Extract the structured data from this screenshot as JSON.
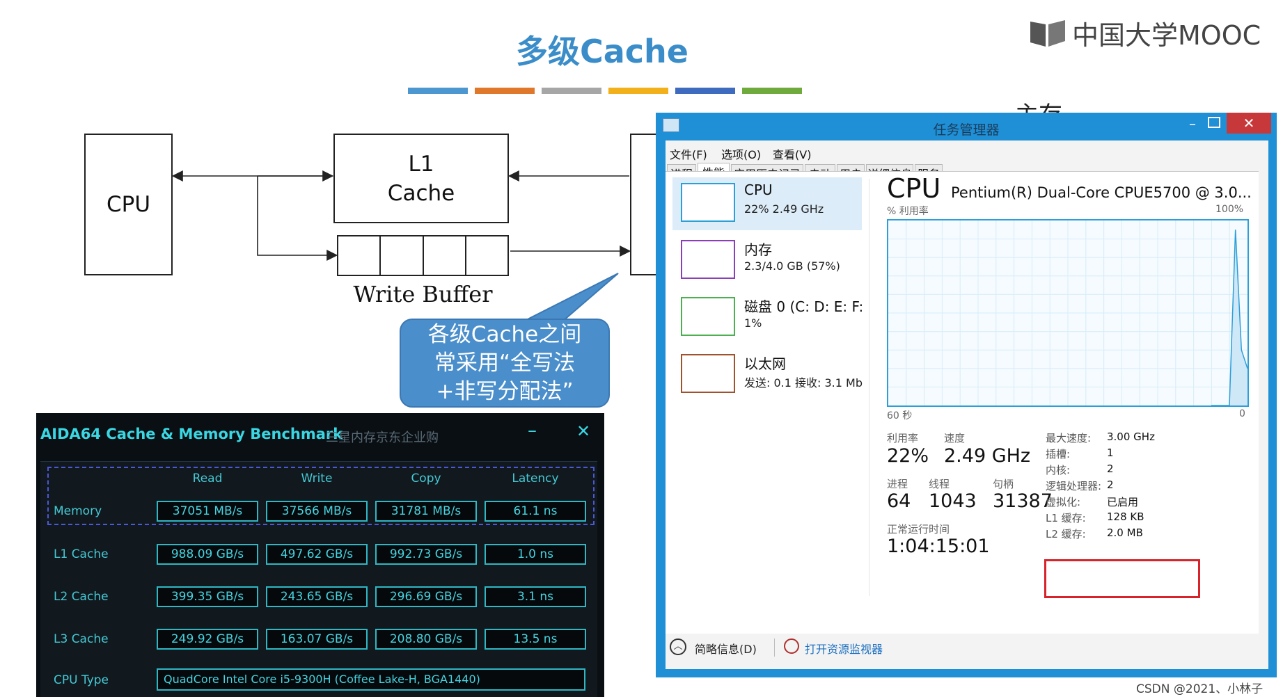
{
  "slide": {
    "title": "多级Cache",
    "logo_text": "中国大学MOOC",
    "color_bars": [
      "#4d97d0",
      "#e0782b",
      "#a6a6a6",
      "#f2b11b",
      "#3f6bbf",
      "#6faa3c"
    ],
    "diagram": {
      "cpu_label": "CPU",
      "l1_label_line1": "L1",
      "l1_label_line2": "Cache",
      "write_buffer_label": "Write Buffer",
      "partial_label": "主存"
    },
    "callout": {
      "line1": "各级Cache之间",
      "line2": "常采用“全写法",
      "line3": "+非写分配法”"
    }
  },
  "aida": {
    "title": "AIDA64 Cache & Memory Benchmark",
    "subtitle": "三星内存京东企业购",
    "minimize_symbol": "–",
    "close_symbol": "✕",
    "columns": [
      "Read",
      "Write",
      "Copy",
      "Latency"
    ],
    "rows": [
      {
        "label": "Memory",
        "values": [
          "37051 MB/s",
          "37566 MB/s",
          "31781 MB/s",
          "61.1 ns"
        ]
      },
      {
        "label": "L1 Cache",
        "values": [
          "988.09 GB/s",
          "497.62 GB/s",
          "992.73 GB/s",
          "1.0 ns"
        ]
      },
      {
        "label": "L2 Cache",
        "values": [
          "399.35 GB/s",
          "243.65 GB/s",
          "296.69 GB/s",
          "3.1 ns"
        ]
      },
      {
        "label": "L3 Cache",
        "values": [
          "249.92 GB/s",
          "163.07 GB/s",
          "208.80 GB/s",
          "13.5 ns"
        ]
      }
    ],
    "cpu_type_label": "CPU Type",
    "cpu_type_value": "QuadCore Intel Core i5-9300H  (Coffee Lake-H, BGA1440)"
  },
  "taskmgr": {
    "title": "任务管理器",
    "menu": [
      "文件(F)",
      "选项(O)",
      "查看(V)"
    ],
    "tabs": [
      "进程",
      "性能",
      "应用历史记录",
      "启动",
      "用户",
      "详细信息",
      "服务"
    ],
    "active_tab": "性能",
    "sidebar": [
      {
        "name": "CPU",
        "sub": "22% 2.49 GHz",
        "color": "#2b9fd8"
      },
      {
        "name": "内存",
        "sub": "2.3/4.0 GB (57%)",
        "color": "#8b3fb6"
      },
      {
        "name": "磁盘 0 (C: D: E: F:",
        "sub": "1%",
        "color": "#4caf50"
      },
      {
        "name": "以太网",
        "sub": "发送: 0.1  接收: 3.1 Mb",
        "color": "#a0522d"
      }
    ],
    "header_title": "CPU",
    "header_model": "Pentium(R) Dual-Core CPUE5700 @ 3.0...",
    "graph_left_label": "% 利用率",
    "graph_right_label": "100%",
    "graph_bottom_left": "60 秒",
    "graph_bottom_right": "0",
    "graph_tail": [
      0,
      0,
      0,
      0,
      95,
      30,
      20
    ],
    "stats": {
      "util_label": "利用率",
      "util_value": "22%",
      "speed_label": "速度",
      "speed_value": "2.49 GHz",
      "proc_label": "进程",
      "proc_value": "64",
      "thread_label": "线程",
      "thread_value": "1043",
      "handle_label": "句柄",
      "handle_value": "31387",
      "uptime_label": "正常运行时间",
      "uptime_value": "1:04:15:01"
    },
    "specs": [
      {
        "label": "最大速度:",
        "value": "3.00 GHz"
      },
      {
        "label": "插槽:",
        "value": "1"
      },
      {
        "label": "内核:",
        "value": "2"
      },
      {
        "label": "逻辑处理器:",
        "value": "2"
      },
      {
        "label": "虚拟化:",
        "value": "已启用"
      },
      {
        "label": "L1 缓存:",
        "value": "128 KB"
      },
      {
        "label": "L2 缓存:",
        "value": "2.0 MB"
      }
    ],
    "footer": {
      "summary_label": "简略信息(D)",
      "monitor_label": "打开资源监视器"
    }
  },
  "watermark": "CSDN @2021、小林子"
}
